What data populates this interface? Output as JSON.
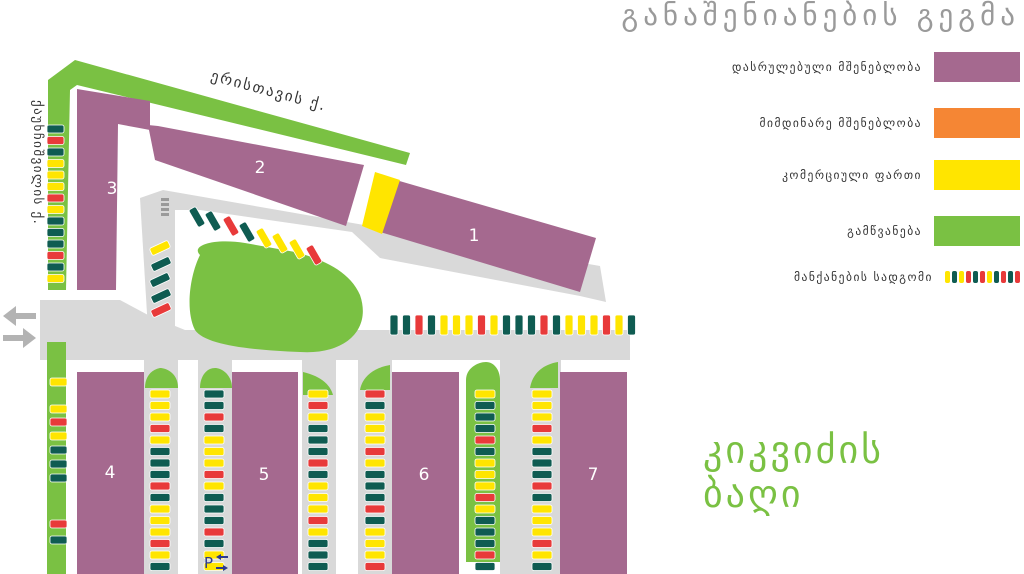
{
  "title": "განაშენიანების გეგმა",
  "legend": [
    {
      "label": "დასრულებული მშენებლობა",
      "color": "#a5698f",
      "kind": "swatch"
    },
    {
      "label": "მიმდინარე მშენებლობა",
      "color": "#f58634",
      "kind": "swatch"
    },
    {
      "label": "კომერციული ფართი",
      "color": "#ffe500",
      "kind": "swatch"
    },
    {
      "label": "გამწვანება",
      "color": "#7ac143",
      "kind": "swatch"
    },
    {
      "label": "მანქანების სადგომი",
      "kind": "cars",
      "car_colors": [
        "#0f5c52",
        "#ffe500",
        "#e83a3a"
      ]
    }
  ],
  "streets": {
    "top": "ერისთავის ქ.",
    "left": "ქაუხჩიშვილის ქ."
  },
  "buildings": [
    "1",
    "2",
    "3",
    "4",
    "5",
    "6",
    "7"
  ],
  "parking_sign": "P",
  "park_name": [
    "კიკვიძის",
    "ბაღი"
  ],
  "colors": {
    "building": "#a5698f",
    "green": "#7ac143",
    "commercial": "#ffe500",
    "road": "#d9d9d9",
    "car_dark": "#0f5c52",
    "car_yellow": "#ffe500",
    "car_red": "#e83a3a",
    "arrow": "#b3b3b3",
    "sign": "#2b3990"
  }
}
